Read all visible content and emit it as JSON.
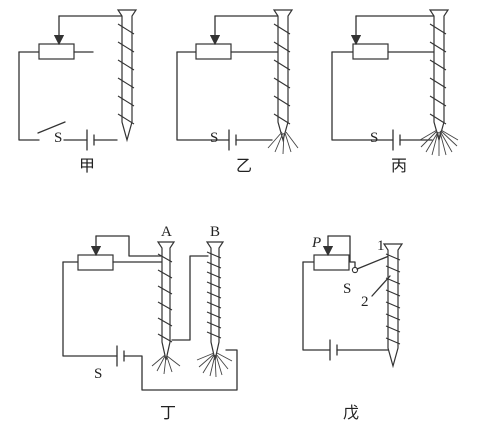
{
  "diagrams": [
    {
      "id": "jia",
      "caption": "甲",
      "switch_label": "S"
    },
    {
      "id": "yi",
      "caption": "乙",
      "switch_label": "S"
    },
    {
      "id": "bing",
      "caption": "丙",
      "switch_label": "S"
    },
    {
      "id": "ding",
      "caption": "丁",
      "switch_label": "S",
      "nail_a_label": "A",
      "nail_b_label": "B"
    },
    {
      "id": "wu",
      "caption": "戊",
      "switch_label": "S",
      "slider_label": "P",
      "contact_1_label": "1",
      "contact_2_label": "2"
    }
  ]
}
